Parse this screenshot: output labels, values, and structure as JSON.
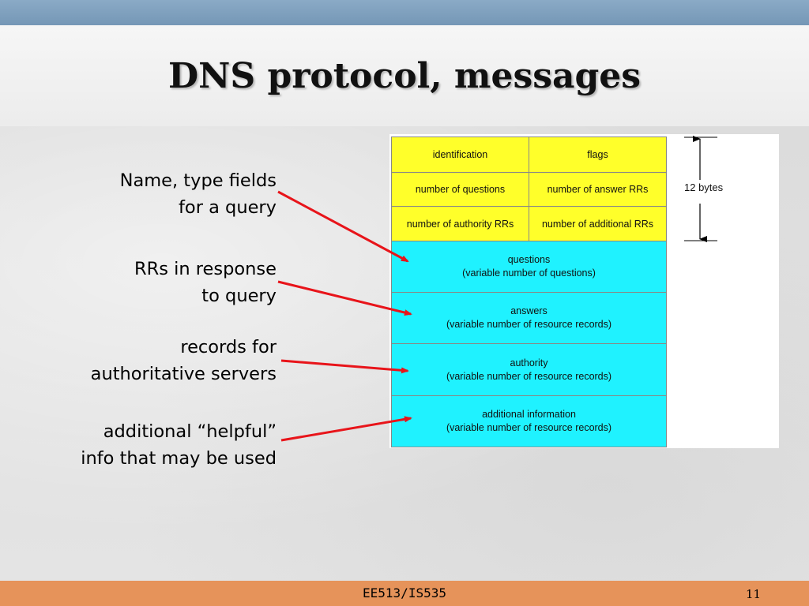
{
  "slide": {
    "title": "DNS protocol, messages"
  },
  "annotations": [
    {
      "lines": [
        "Name, type fields",
        "for a query"
      ]
    },
    {
      "lines": [
        "RRs in response",
        "to query"
      ]
    },
    {
      "lines": [
        "records for",
        "authoritative servers"
      ]
    },
    {
      "lines": [
        "additional “helpful”",
        "info that may be used"
      ]
    }
  ],
  "message_format": {
    "header": [
      [
        "identification",
        "flags"
      ],
      [
        "number of questions",
        "number of answer RRs"
      ],
      [
        "number of authority RRs",
        "number of additional RRs"
      ]
    ],
    "header_size_label": "12 bytes",
    "sections": [
      {
        "name": "questions",
        "detail": "(variable number of questions)"
      },
      {
        "name": "answers",
        "detail": "(variable number of resource records)"
      },
      {
        "name": "authority",
        "detail": "(variable number of resource  records)"
      },
      {
        "name": "additional information",
        "detail": "(variable number of resource records)"
      }
    ]
  },
  "colors": {
    "header_fill": "#ffff2a",
    "section_fill": "#1ff2ff",
    "arrow": "#e8141a",
    "footer": "#e6935a"
  },
  "footer": {
    "course": "EE513/IS535",
    "page_number": "11"
  }
}
